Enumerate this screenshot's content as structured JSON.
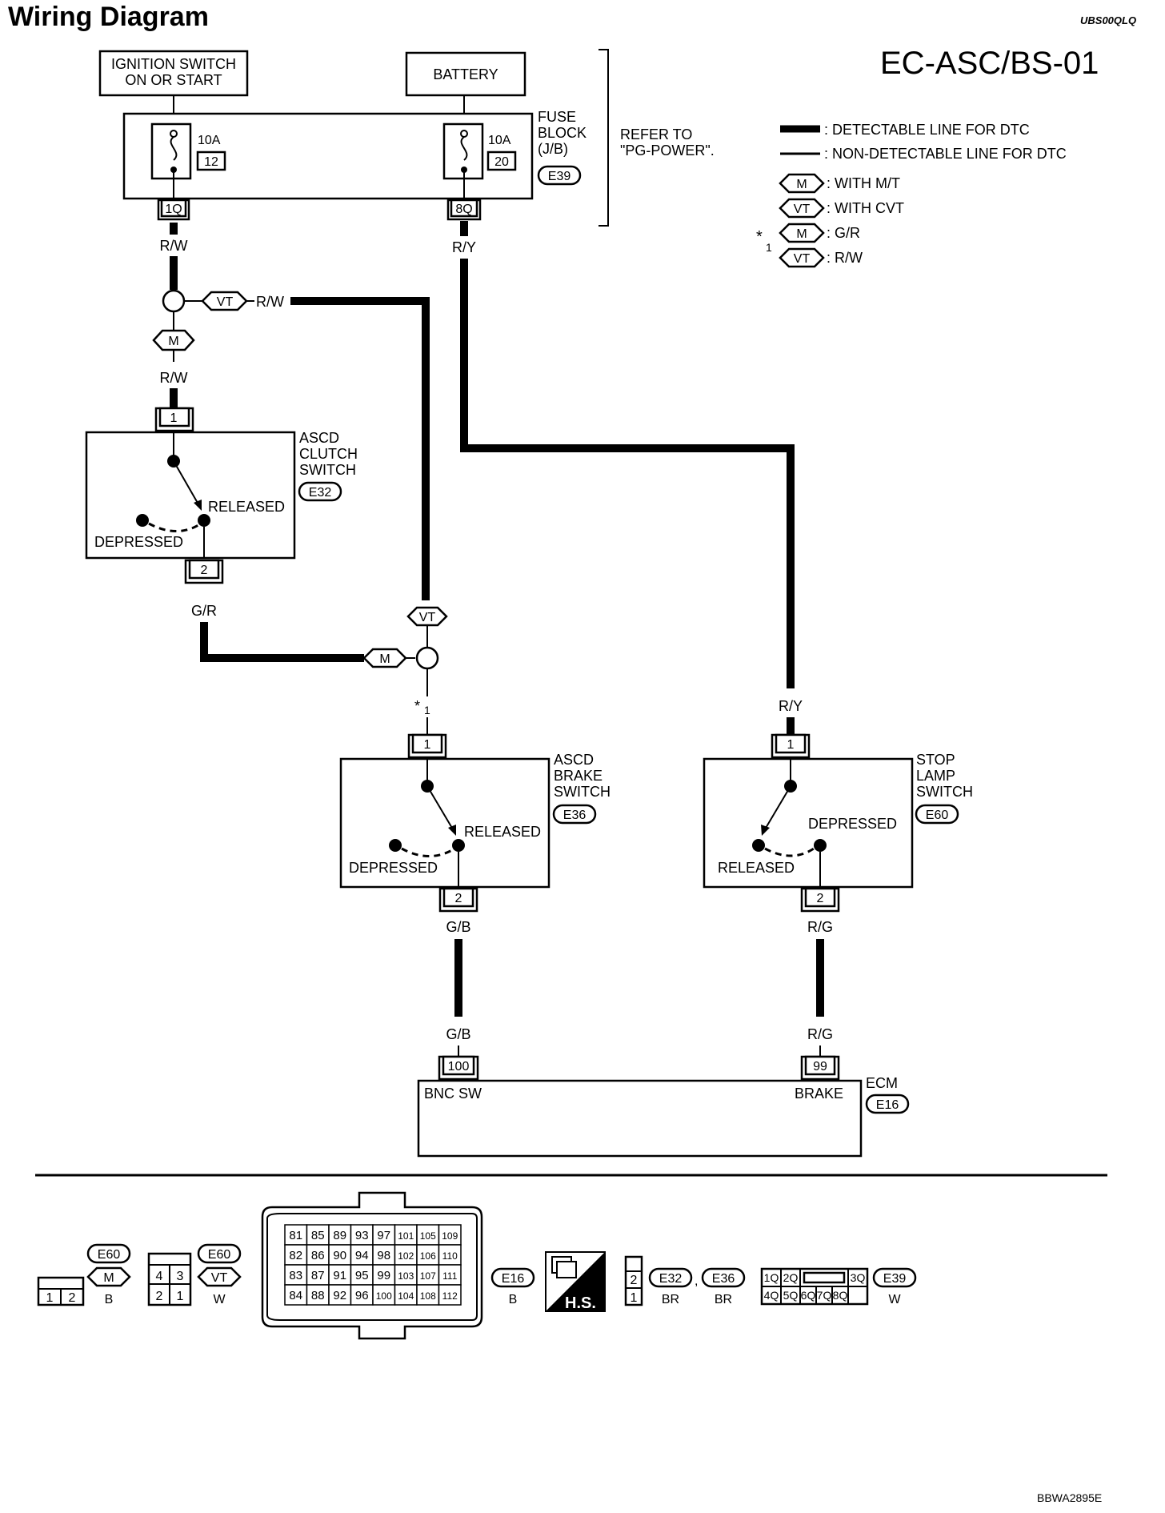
{
  "header": {
    "title": "Wiring Diagram",
    "ref_code": "UBS00QLQ",
    "section_code": "EC-ASC/BS-01"
  },
  "sources": {
    "ignition_switch": "IGNITION SWITCH\nON OR START",
    "battery": "BATTERY"
  },
  "fuse_block": {
    "label": "FUSE\nBLOCK\n(J/B)",
    "connector": "E39",
    "refer_note": "REFER TO\n\"PG-POWER\".",
    "fuses": [
      {
        "rating": "10A",
        "number": "12",
        "terminal": "1Q",
        "wire": "R/W"
      },
      {
        "rating": "10A",
        "number": "20",
        "terminal": "8Q",
        "wire": "R/Y"
      }
    ]
  },
  "legend": {
    "detectable": ": DETECTABLE LINE FOR DTC",
    "non_detectable": ": NON-DETECTABLE LINE FOR DTC",
    "mt_symbol": "M",
    "mt_label": ": WITH M/T",
    "cvt_symbol": "VT",
    "cvt_label": ": WITH CVT",
    "star_mark": "*",
    "star_num": "1",
    "star_mt_label": ": G/R",
    "star_cvt_label": ": R/W"
  },
  "wires": {
    "rw_top": "R/W",
    "rw_branch": "R/W",
    "rw_mt": "R/W",
    "ry_top": "R/Y",
    "gr": "G/R",
    "star_ref": "*",
    "star_ref_num": "1",
    "ry_stop": "R/Y",
    "gb_top": "G/B",
    "gb_bottom": "G/B",
    "rg_top": "R/G",
    "rg_bottom": "R/G"
  },
  "clutch_switch": {
    "name": "ASCD\nCLUTCH\nSWITCH",
    "connector": "E32",
    "pin_top": "1",
    "pin_bottom": "2",
    "released": "RELEASED",
    "depressed": "DEPRESSED"
  },
  "brake_switch": {
    "name": "ASCD\nBRAKE\nSWITCH",
    "connector": "E36",
    "pin_top": "1",
    "pin_bottom": "2",
    "released": "RELEASED",
    "depressed": "DEPRESSED"
  },
  "stop_lamp_switch": {
    "name": "STOP\nLAMP\nSWITCH",
    "connector": "E60",
    "pin_top": "1",
    "pin_bottom": "2",
    "released": "RELEASED",
    "depressed": "DEPRESSED"
  },
  "ecm": {
    "name": "ECM",
    "connector": "E16",
    "pin_left": "100",
    "pin_left_label": "BNC SW",
    "pin_right": "99",
    "pin_right_label": "BRAKE"
  },
  "connector_views": {
    "e60_mt": {
      "id": "E60",
      "symbol": "M",
      "color": "B",
      "pins": [
        "1",
        "2"
      ]
    },
    "e60_cvt": {
      "id": "E60",
      "symbol": "VT",
      "color": "W",
      "pins": [
        "4",
        "3",
        "2",
        "1"
      ]
    },
    "e16": {
      "id": "E16",
      "color": "B",
      "rows": [
        [
          "81",
          "85",
          "89",
          "93",
          "97",
          "101",
          "105",
          "109"
        ],
        [
          "82",
          "86",
          "90",
          "94",
          "98",
          "102",
          "106",
          "110"
        ],
        [
          "83",
          "87",
          "91",
          "95",
          "99",
          "103",
          "107",
          "111"
        ],
        [
          "84",
          "88",
          "92",
          "96",
          "100",
          "104",
          "108",
          "112"
        ]
      ]
    },
    "hs_label": "H.S.",
    "e32_e36": {
      "ids": [
        "E32",
        "E36"
      ],
      "separator": ",",
      "colors": [
        "BR",
        "BR"
      ],
      "pins": [
        "2",
        "1"
      ]
    },
    "e39": {
      "id": "E39",
      "color": "W",
      "top": [
        "1Q",
        "2Q",
        "3Q"
      ],
      "bottom": [
        "4Q",
        "5Q",
        "6Q",
        "7Q",
        "8Q"
      ]
    }
  },
  "footer_code": "BBWA2895E"
}
